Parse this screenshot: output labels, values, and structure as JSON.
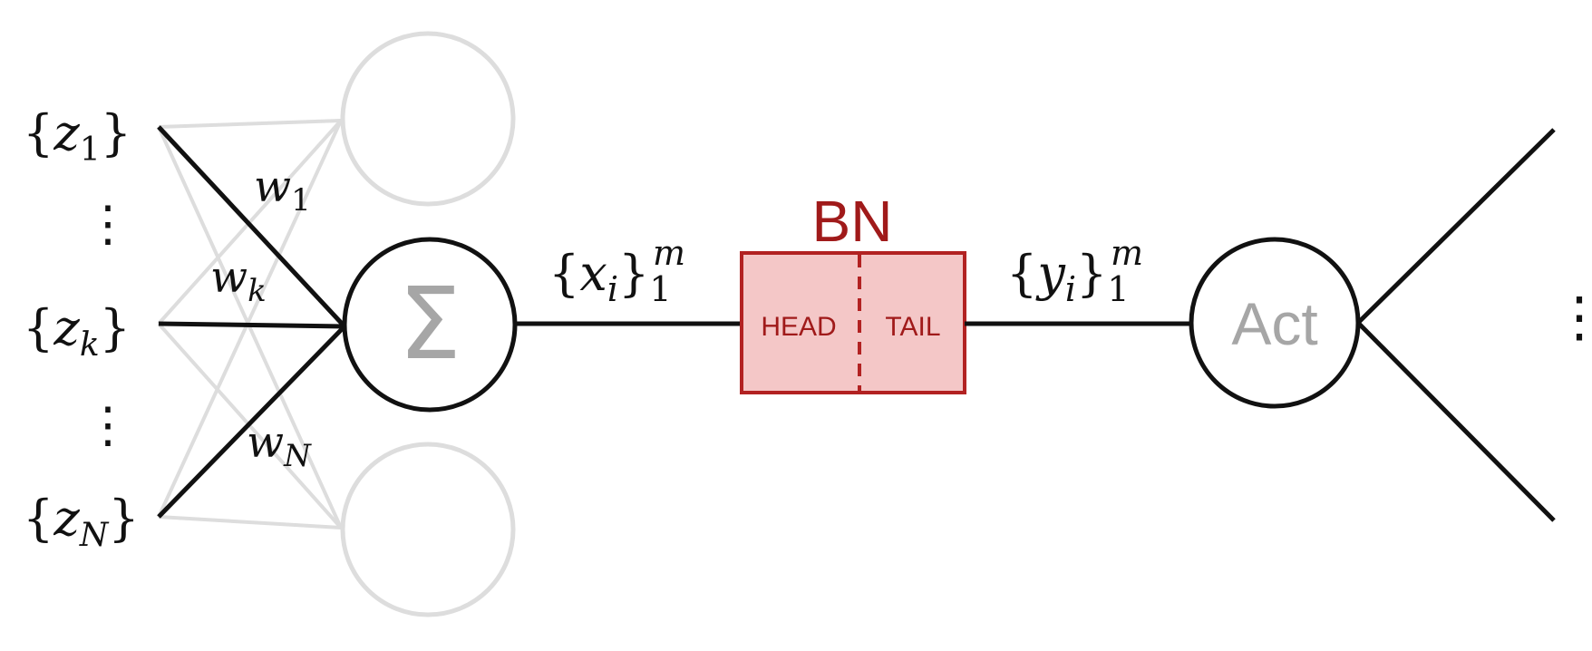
{
  "inputs": [
    {
      "brace_open": "{",
      "symbol": "z",
      "subscript": "1",
      "brace_close": "}"
    },
    {
      "brace_open": "{",
      "symbol": "z",
      "subscript": "k",
      "brace_close": "}"
    },
    {
      "brace_open": "{",
      "symbol": "z",
      "subscript": "N",
      "brace_close": "}"
    }
  ],
  "weights": [
    {
      "symbol": "w",
      "subscript": "1"
    },
    {
      "symbol": "w",
      "subscript": "k"
    },
    {
      "symbol": "w",
      "subscript": "N"
    }
  ],
  "ellipsis": "⋮",
  "sum_node": {
    "symbol": "Σ"
  },
  "bn_input": {
    "brace_open": "{",
    "symbol": "x",
    "subscript_i": "i",
    "brace_close": "}",
    "sub": "1",
    "sup": "m"
  },
  "bn_block": {
    "title": "BN",
    "head_label": "HEAD",
    "tail_label": "TAIL"
  },
  "bn_output": {
    "brace_open": "{",
    "symbol": "y",
    "subscript_i": "i",
    "brace_close": "}",
    "sub": "1",
    "sup": "m"
  },
  "act_node": {
    "label": "Act"
  },
  "output_ellipsis": "⋮",
  "colors": {
    "line": "#111111",
    "faded": "#d9d9d9",
    "node_symbol": "#a6a6a6",
    "bn_fill": "#f4c7c7",
    "bn_stroke": "#b22222",
    "bn_text": "#a01a1a"
  }
}
